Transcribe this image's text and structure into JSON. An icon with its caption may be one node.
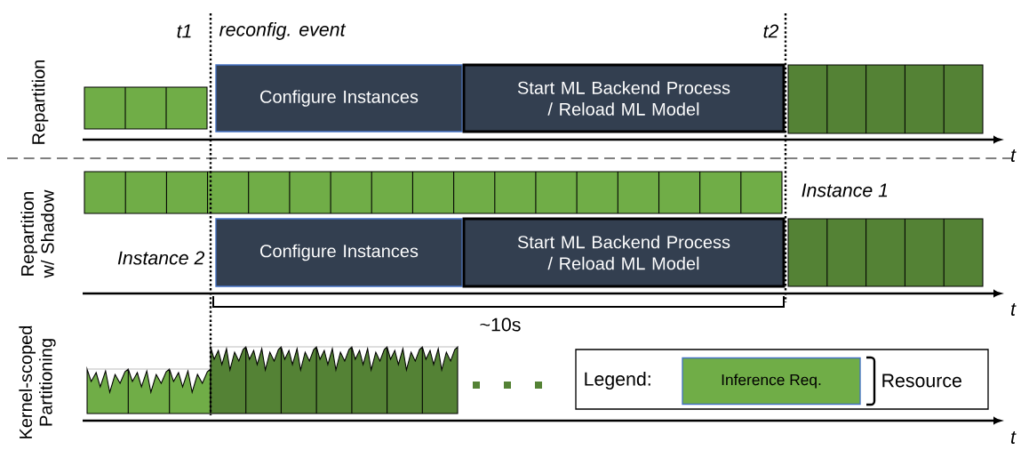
{
  "diagram": {
    "nodes": [
      {
        "text": [
          "Configure Instances"
        ]
      },
      {
        "text": [
          "Start ML Backend Process / Reload ML Model"
        ]
      },
      {
        "text": [
          "Configure Instances"
        ]
      },
      {
        "text": [
          "Start ML Backend Process / Reload ML Model"
        ]
      }
    ],
    "labels": [
      "t1",
      "reconfig. event",
      "t2",
      "Repartition",
      "t",
      "Repartition w/ Shadow",
      "Instance 1",
      "Instance 2",
      "t",
      "~10s",
      "Kernel-scoped Partitioning",
      "Legend:",
      "Resource",
      "t"
    ],
    "legend": [
      {
        "text": "Inference Req.",
        "color": "#70ad47"
      }
    ]
  }
}
